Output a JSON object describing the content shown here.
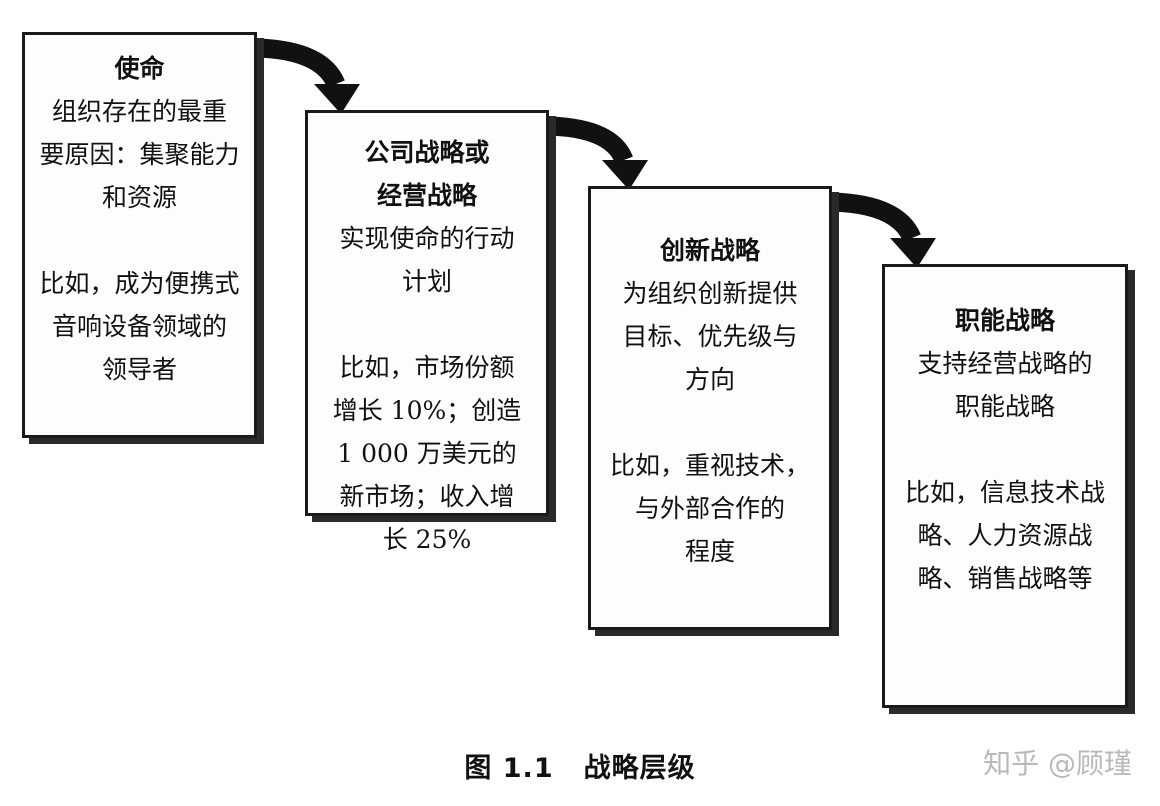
{
  "boxes": [
    {
      "title": "使命",
      "desc": [
        "组织存在的最重",
        "要原因：集聚能力",
        "和资源"
      ],
      "example": [
        "比如，成为便携式",
        "音响设备领域的",
        "领导者"
      ]
    },
    {
      "title": "公司战略或",
      "title2": "经营战略",
      "desc": [
        "实现使命的行动",
        "计划"
      ],
      "example": [
        "比如，市场份额",
        "增长 10%；创造",
        "1 000 万美元的",
        "新市场；收入增",
        "长 25%"
      ]
    },
    {
      "title": "创新战略",
      "desc": [
        "为组织创新提供",
        "目标、优先级与",
        "方向"
      ],
      "example": [
        "比如，重视技术，",
        "与外部合作的",
        "程度"
      ]
    },
    {
      "title": "职能战略",
      "desc": [
        "支持经营战略的",
        "职能战略"
      ],
      "example": [
        "比如，信息技术战",
        "略、人力资源战",
        "略、销售战略等"
      ]
    }
  ],
  "caption": {
    "figure_number": "图 1.1",
    "title": "战略层级"
  },
  "watermark": "知乎 @顾瑾",
  "colors": {
    "border": "#1a1a1a",
    "arrow": "#111111",
    "watermark": "#b9b9b9"
  }
}
